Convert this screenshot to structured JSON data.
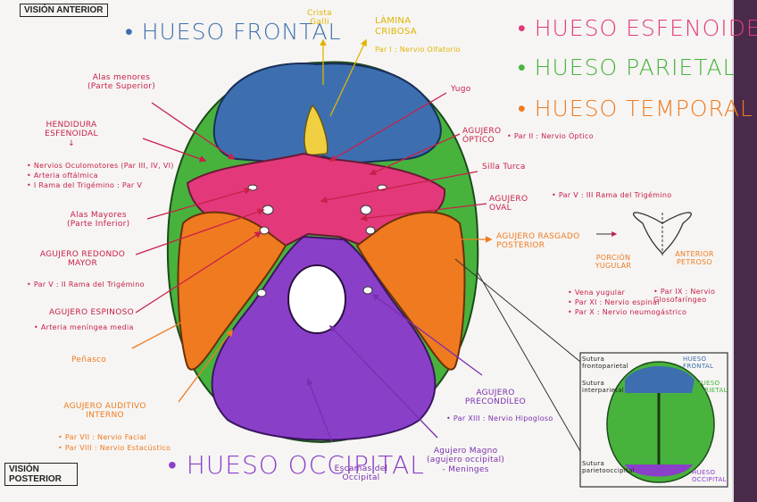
{
  "boxes": {
    "anterior": "VISIÓN ANTERIOR",
    "posterior": "VISIÓN POSTERIOR"
  },
  "titles": {
    "frontal": "• HUESO FRONTAL",
    "esfenoide": "• HUESO ESFENOIDE",
    "parietal": "• HUESO PARIETAL",
    "temporal": "• HUESO TEMPORAL",
    "occipital": "• HUESO OCCIPITAL"
  },
  "labels": {
    "crista": "Crista Galli",
    "lamina": "LÁMINA CRIBOSA",
    "lamina_par": "Par I : Nervio Olfatorio",
    "alas_menores": "Alas menores",
    "alas_menores_sub": "(Parte Superior)",
    "yugo": "Yugo",
    "hendidura": "HENDIDURA ESFENOIDAL",
    "hendidura_arrow": "↓",
    "hend_1": "• Nervios Oculomotores (Par III, IV, VI)",
    "hend_2": "• Arteria oftálmica",
    "hend_3": "• I Rama del Trigémino : Par V",
    "agujero_optico": "AGUJERO ÓPTICO",
    "agujero_optico_par": "• Par II : Nervio Óptico",
    "silla": "Silla Turca",
    "alas_mayores": "Alas Mayores",
    "alas_mayores_sub": "(Parte Inferior)",
    "agujero_oval": "AGUJERO OVAL",
    "agujero_oval_par": "• Par V : III Rama del Trigémino",
    "redondo": "AGUJERO REDONDO MAYOR",
    "redondo_par": "• Par V : II Rama del Trigémino",
    "rasgado": "AGUJERO RASGADO POSTERIOR",
    "porcion_yugular": "PORCIÓN YUGULAR",
    "porcion_petroso": "ANTERIOR PETROSO",
    "yug_1": "• Vena yugular",
    "yug_2": "• Par XI : Nervio espinal",
    "yug_3": "• Par X : Nervio neumogástrico",
    "pet_1": "• Par IX : Nervio Glosofaríngeo",
    "espinoso": "AGUJERO ESPINOSO",
    "espinoso_par": "• Arteria meníngea media",
    "penasco": "Peñasco",
    "auditivo": "AGUJERO AUDITIVO INTERNO",
    "aud_1": "• Par VII : Nervio Facial",
    "aud_2": "• Par VIII : Nervio Estacústico",
    "precondileo": "AGUJERO PRECONDÍLEO",
    "precondileo_par": "• Par XIII : Nervio Hipogloso",
    "magno": "Agujero Magno",
    "magno_sub": "(agujero occipital)",
    "magno_men": "- Meninges",
    "escamas": "Escamas del Occipital"
  },
  "inset": {
    "sutura_fp": "Sutura frontoparietal",
    "hueso_frontal": "HUESO FRONTAL",
    "sutura_ip": "Sutura interparietal",
    "hueso_parietal": "HUESO PARIETAL",
    "sutura_po": "Sutura parietooccipital",
    "hueso_occipital": "HUESO OCCIPITAL"
  },
  "colors": {
    "frontal": "#3d6fb0",
    "esfenoide": "#e3397a",
    "parietal": "#47b33d",
    "temporal": "#f07a1f",
    "occipital": "#8a3fc9",
    "label": "#c8204a",
    "note": "#8a2d5a"
  }
}
